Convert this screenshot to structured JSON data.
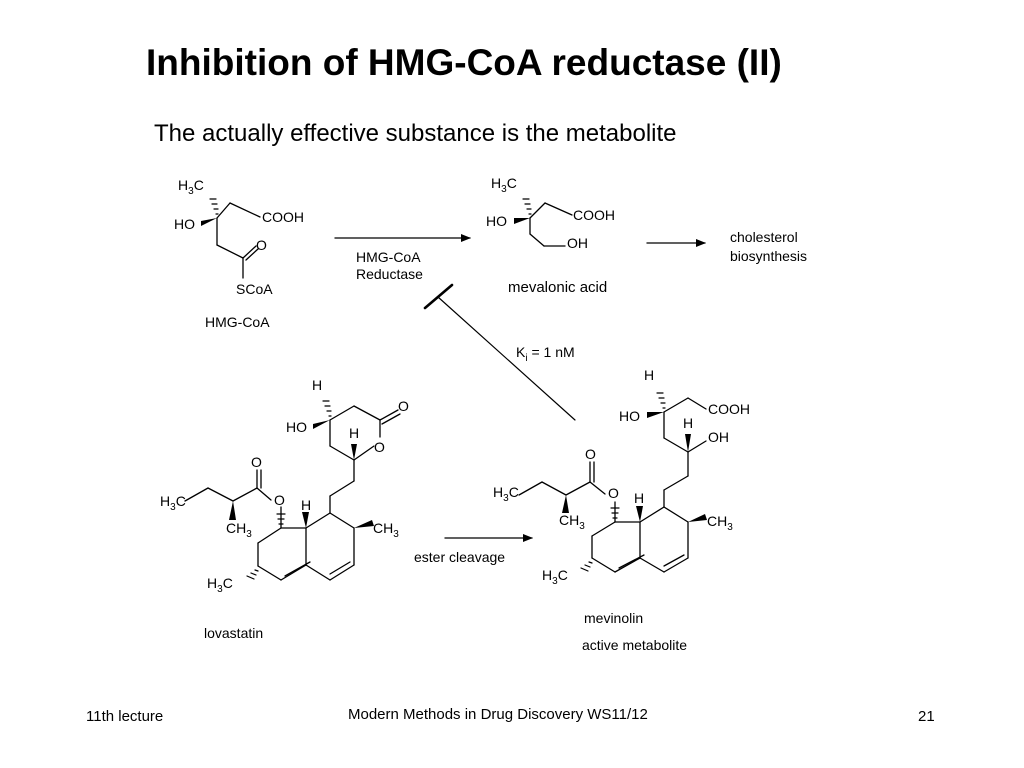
{
  "slide": {
    "title": "Inhibition of HMG-CoA reductase (II)",
    "subtitle": "The actually effective substance is the metabolite"
  },
  "diagram": {
    "hmgcoa_atoms": {
      "h3c_main": "H",
      "h3c_sub": "3",
      "h3c_c": "C",
      "ho": "HO",
      "cooh": "COOH",
      "o": "O",
      "scoa": "SCoA"
    },
    "hmgcoa_name": "HMG-CoA",
    "enzyme_line1": "HMG-CoA",
    "enzyme_line2": "Reductase",
    "mevalonic_atoms": {
      "h3c_main": "H",
      "h3c_sub": "3",
      "h3c_c": "C",
      "ho": "HO",
      "cooh": "COOH",
      "oh": "OH"
    },
    "mevalonic_name": "mevalonic acid",
    "product_line1": "cholesterol",
    "product_line2": "biosynthesis",
    "ki": {
      "k": "K",
      "sub": "i",
      "rest": " = 1 nM"
    },
    "lovastatin_atoms": {
      "h_top": "H",
      "ho": "HO",
      "o_lactone_carbonyl": "O",
      "h_lactone": "H",
      "o_ring": "O",
      "o_ester_carbonyl": "O",
      "o_ester": "O",
      "h_junction": "H",
      "h3c_left": "H",
      "h3c_left_sub": "3",
      "h3c_left_c": "C",
      "ch3_branch": "CH",
      "ch3_branch_sub": "3",
      "ch3_right": "CH",
      "ch3_right_sub": "3",
      "h3c_bottom": "H",
      "h3c_bottom_sub": "3",
      "h3c_bottom_c": "C"
    },
    "lovastatin_name": "lovastatin",
    "reaction_label": "ester cleavage",
    "mevinolin_atoms": {
      "h_top": "H",
      "ho": "HO",
      "cooh": "COOH",
      "h_mid": "H",
      "oh": "OH",
      "o_carbonyl": "O",
      "o_ester": "O",
      "h_junction": "H",
      "h3c_left": "H",
      "h3c_left_sub": "3",
      "h3c_left_c": "C",
      "ch3_branch": "CH",
      "ch3_branch_sub": "3",
      "ch3_right": "CH",
      "ch3_right_sub": "3",
      "h3c_bottom": "H",
      "h3c_bottom_sub": "3",
      "h3c_bottom_c": "C"
    },
    "mevinolin_name": "mevinolin",
    "mevinolin_caption": "active metabolite"
  },
  "footer": {
    "left": "11th lecture",
    "center": "Modern Methods in Drug Discovery WS11/12",
    "page": "21"
  }
}
